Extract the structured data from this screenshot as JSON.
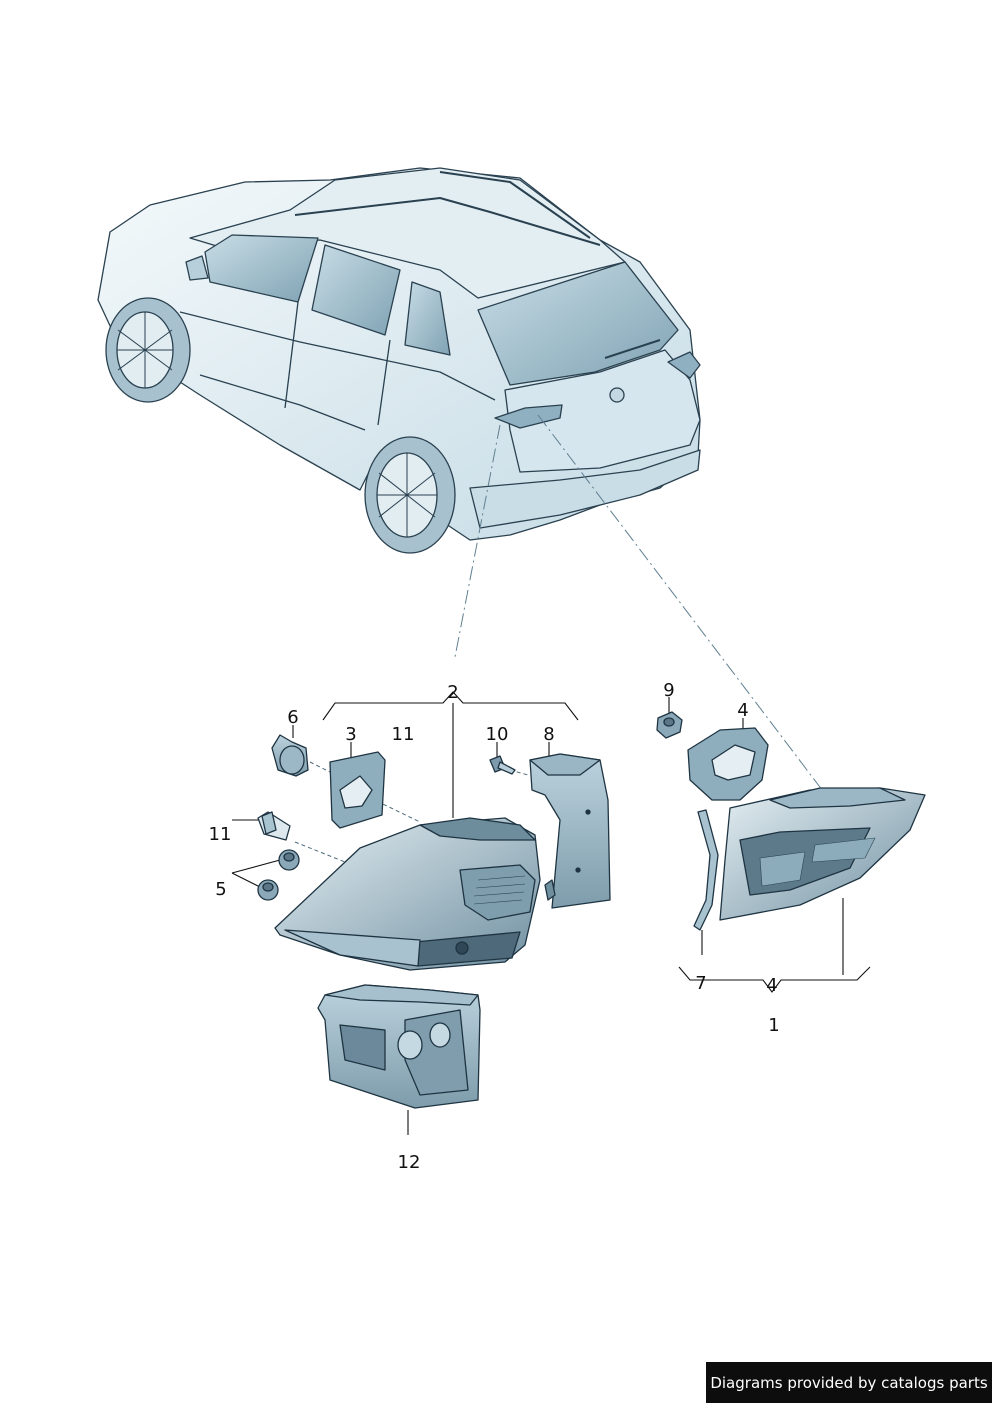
{
  "callouts": {
    "c1": "1",
    "c2": "2",
    "c3": "3",
    "c4a": "4",
    "c4b": "4",
    "c5": "5",
    "c6": "6",
    "c7": "7",
    "c8": "8",
    "c9": "9",
    "c10": "10",
    "c11a": "11",
    "c11b": "11",
    "c12": "12"
  },
  "footer": {
    "credit": "Diagrams provided by catalogs parts"
  },
  "colors": {
    "fill_light": "#dbe9f0",
    "fill_mid": "#9fbccb",
    "fill_dark": "#4f6a7a",
    "outline": "#1f3442"
  }
}
